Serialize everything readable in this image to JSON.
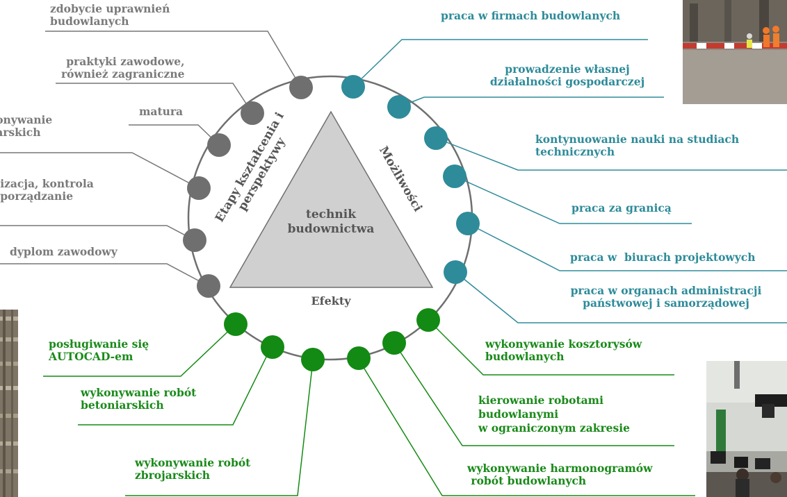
{
  "center": {
    "title": "technik\nbudownictwa"
  },
  "side_labels": {
    "left": "Etapy kształcenia i\nperspektywy",
    "right": "Możliwości",
    "bottom": "Efekty"
  },
  "colors": {
    "gray": "#6f6f6f",
    "teal": "#2e8b9a",
    "green": "#138a13",
    "triangle": "#d0d0d0"
  },
  "stages": [
    {
      "text": "zdobycie uprawnień\nbudowlanych"
    },
    {
      "text": "praktyki zawodowe,\nrównież zagraniczne"
    },
    {
      "text": "matura"
    },
    {
      "text": "...onywanie\n...arskich"
    },
    {
      "text": "...izacja, kontrola\n...porządzanie"
    },
    {
      "text": "dyplom zawodowy"
    }
  ],
  "opportunities": [
    {
      "text": "praca w firmach budowlanych"
    },
    {
      "text": "prowadzenie własnej\ndziałalności gospodarczej"
    },
    {
      "text": "kontynuowanie nauki na studiach\ntechnicznych"
    },
    {
      "text": "praca za granicą"
    },
    {
      "text": "praca w  biurach projektowych"
    },
    {
      "text": "praca w organach administracji\npaństwowej i samorządowej"
    }
  ],
  "effects": [
    {
      "text": "wykonywanie kosztorysów\nbudowlanych"
    },
    {
      "text": "kierowanie robotami\nbudowlanymi\nw ograniczonym zakresie"
    },
    {
      "text": "wykonywanie harmonogramów\n robót budowlanych"
    },
    {
      "text": "wykonywanie robót\nzbrojarskich"
    },
    {
      "text": "wykonywanie robót\nbetoniarskich"
    },
    {
      "text": "posługiwanie się\nAUTOCAD-em"
    }
  ],
  "photos": [
    {
      "name": "construction-site-photo"
    },
    {
      "name": "building-facade-photo"
    },
    {
      "name": "computer-lab-photo"
    }
  ]
}
